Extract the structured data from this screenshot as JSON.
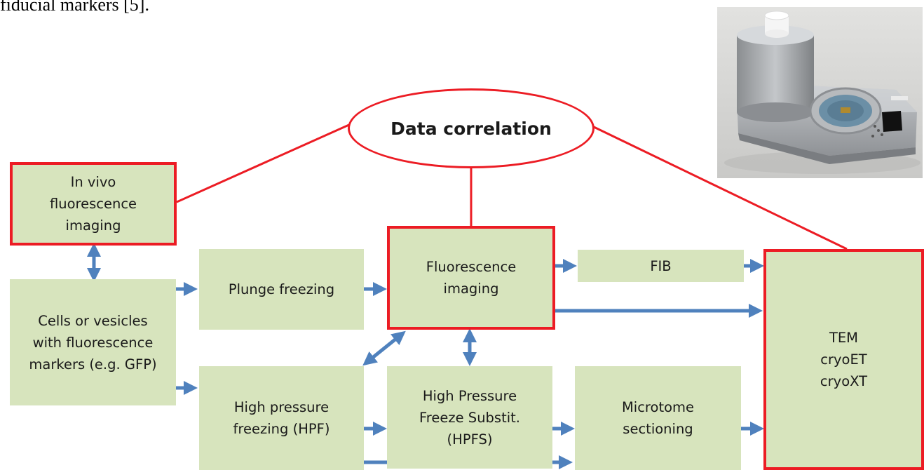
{
  "caption": "fiducial markers [5].",
  "correlation": {
    "label": "Data correlation"
  },
  "boxes": {
    "in_vivo": "In vivo\nfluorescence\nimaging",
    "cells": "Cells or vesicles\nwith fluorescence\nmarkers (e.g. GFP)",
    "plunge": "Plunge freezing",
    "hpf": "High pressure\nfreezing (HPF)",
    "fluor": "Fluorescence\nimaging",
    "hpfs": "High Pressure\nFreeze Substit.\n(HPFS)",
    "fib": "FIB",
    "microtome": "Microtome\nsectioning",
    "tem": "TEM\ncryoET\ncryoXT"
  },
  "colors": {
    "box_fill": "#d7e4bd",
    "highlight_border": "#ec1c24",
    "arrow": "#4f81bd",
    "link_line": "#ec1c24"
  }
}
